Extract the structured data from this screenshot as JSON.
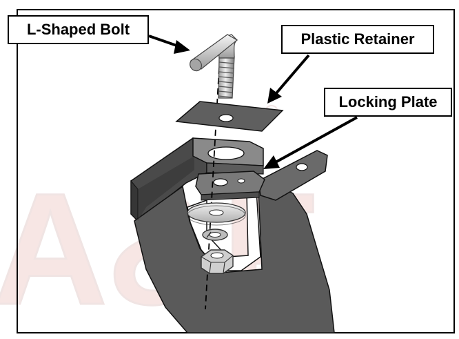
{
  "labels": {
    "bolt": "L-Shaped Bolt",
    "retainer": "Plastic Retainer",
    "plate": "Locking Plate"
  },
  "colors": {
    "part_fill": "#5e5e5e",
    "part_light": "#c9c9c9",
    "part_dark": "#3a3a3a",
    "watermark": "#c0392b",
    "outline": "#000000"
  },
  "watermark_text": "A&F"
}
